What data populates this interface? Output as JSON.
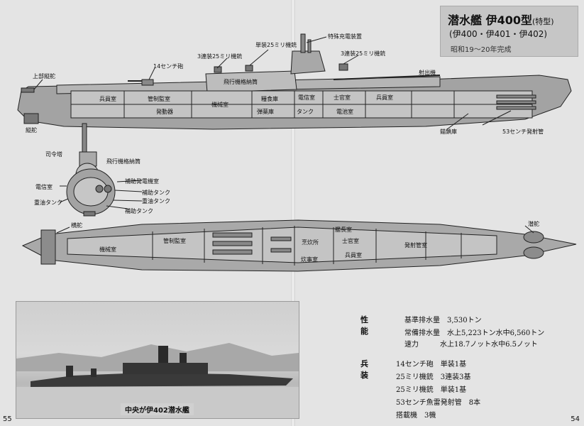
{
  "title": {
    "main": "潜水艦 伊400型",
    "main_suffix": "(特型)",
    "sub": "(伊400・伊401・伊402)",
    "note": "昭和19〜20年完成"
  },
  "side_view_labels": {
    "upper_rudder": "上部縦舵",
    "lower_rudder": "縦舵",
    "gun_14cm": "14センチ砲",
    "triple_25mm_fwd": "3連装25ミリ機銃",
    "single_25mm": "単装25ミリ機銃",
    "snorkel": "特殊充電装置",
    "triple_25mm_aft": "3連装25ミリ機銃",
    "catapult": "射出機",
    "crew_room_aft": "兵員室",
    "control_room": "管制監室",
    "engine_room": "機械室",
    "generator": "発動器",
    "hangar": "飛行機格納筒",
    "food_store": "糧食庫",
    "ammo": "弾薬庫",
    "tank": "タンク",
    "radio_room": "電信室",
    "petty_officer": "士官室",
    "crew_room_fwd": "兵員室",
    "battery": "電池室",
    "torpedo_store": "錨鎖庫",
    "torpedo_tube": "53センチ発射管"
  },
  "cross_section_labels": {
    "conning_tower": "司令塔",
    "hangar": "飛行機格納筒",
    "aux_generator": "補助発電機室",
    "radio_room": "電信室",
    "aux_tank_1": "補助タンク",
    "fuel_tank_1": "重油タンク",
    "fuel_tank_2": "重油タンク",
    "aux_tank_2": "補助タンク"
  },
  "plan_view_labels": {
    "stern_plane": "横舵",
    "bow_plane": "潜舵",
    "engine_room": "機械室",
    "control_room": "管制監室",
    "bridge": "艦長室",
    "officers": "士官室",
    "galley": "炊事室",
    "crew_room": "兵員室",
    "torpedo_room": "発射管室",
    "wardroom": "烹炊所"
  },
  "photo": {
    "caption": "中央が伊402潜水艦"
  },
  "specs": {
    "performance_head": "性　能",
    "armament_head": "兵　装",
    "performance": [
      {
        "label": "基準排水量",
        "value": "3,530トン"
      },
      {
        "label": "常備排水量",
        "value": "水上5,223トン水中6,560トン"
      },
      {
        "label": "速力",
        "value": "水上18.7ノット水中6.5ノット"
      }
    ],
    "armament": [
      {
        "label": "14センチ砲",
        "value": "単装1基"
      },
      {
        "label": "25ミリ機銃",
        "value": "3連装3基"
      },
      {
        "label": "25ミリ機銃",
        "value": "単装1基"
      },
      {
        "label": "53センチ魚雷発射管",
        "value": "8本"
      },
      {
        "label": "搭載機",
        "value": "3機"
      }
    ]
  },
  "page_numbers": {
    "left": "55",
    "right": "54"
  },
  "colors": {
    "hull": "#9a9a9a",
    "hull_dark": "#7d7d7d",
    "paper": "#e4e4e4"
  }
}
